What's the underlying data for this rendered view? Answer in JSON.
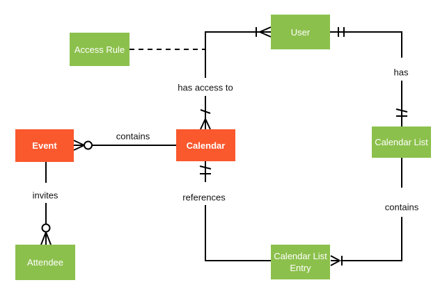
{
  "diagram": {
    "type": "entity-relationship",
    "colors": {
      "entity_orange": "#fa582d",
      "entity_green": "#8cc04c",
      "entity_text": "#ffffff",
      "connector": "#000000",
      "label_text": "#111111",
      "background": "#ffffff"
    },
    "entities": {
      "event": {
        "label": "Event",
        "color": "#fa582d"
      },
      "calendar": {
        "label": "Calendar",
        "color": "#fa582d"
      },
      "user": {
        "label": "User",
        "color": "#8cc04c"
      },
      "access_rule": {
        "label": "Access Rule",
        "color": "#8cc04c"
      },
      "calendar_list": {
        "label": "Calendar List",
        "color": "#8cc04c"
      },
      "attendee": {
        "label": "Attendee",
        "color": "#8cc04c"
      },
      "calendar_list_entry": {
        "label": "Calendar List Entry",
        "color": "#8cc04c"
      }
    },
    "relationships": [
      {
        "from": "Calendar",
        "to": "Event",
        "label": "contains",
        "end_at_event": "zero-or-many",
        "end_at_calendar": "none",
        "style": "solid"
      },
      {
        "from": "Event",
        "to": "Attendee",
        "label": "invites",
        "end_at_event": "none",
        "end_at_attendee": "zero-or-many",
        "style": "solid"
      },
      {
        "from": "User",
        "to": "Calendar",
        "label": "has access to",
        "end_at_user": "one-or-many",
        "end_at_calendar": "one-or-many",
        "style": "solid"
      },
      {
        "from": "User",
        "to": "Calendar List",
        "label": "has",
        "end_at_user": "one-and-only-one",
        "end_at_calendar_list": "one-and-only-one",
        "style": "solid"
      },
      {
        "from": "Calendar List Entry",
        "to": "Calendar",
        "label": "references",
        "end_at_calendar": "one-and-only-one",
        "end_at_entry": "none",
        "style": "solid"
      },
      {
        "from": "Calendar List",
        "to": "Calendar List Entry",
        "label": "contains",
        "end_at_calendar_list": "none",
        "end_at_entry": "one-or-many",
        "style": "solid"
      },
      {
        "from": "Access Rule",
        "to": "has access to",
        "label": "",
        "style": "dashed"
      }
    ]
  }
}
